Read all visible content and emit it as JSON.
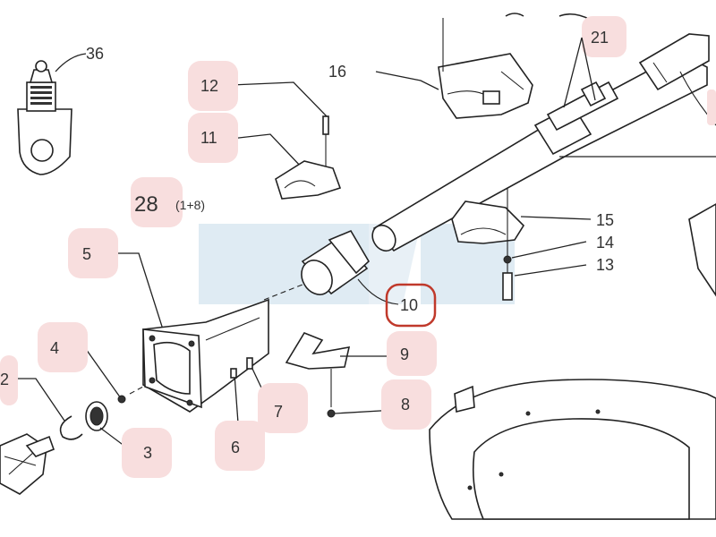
{
  "labels": {
    "p36": "36",
    "p12": "12",
    "p11": "11",
    "p16": "16",
    "p21": "21",
    "p28": "28",
    "p28_note": "(1+8)",
    "p5": "5",
    "p15": "15",
    "p14": "14",
    "p13": "13",
    "p10": "10",
    "p4": "4",
    "p9": "9",
    "p2": "2",
    "p7": "7",
    "p8": "8",
    "p6": "6",
    "p3": "3"
  },
  "colors": {
    "label_highlight": "#f8dede",
    "selected_ring": "#c0392b",
    "line": "#222222",
    "watermark": "#dce9f2"
  }
}
